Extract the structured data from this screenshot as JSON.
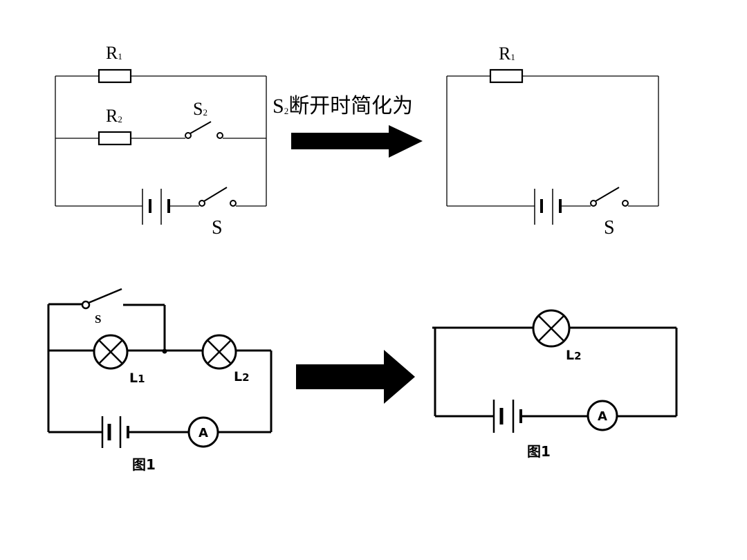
{
  "top_left_circuit": {
    "r1_label": {
      "main": "R",
      "sub": "1"
    },
    "r2_label": {
      "main": "R",
      "sub": "2"
    },
    "s2_label": {
      "main": "S",
      "sub": "2"
    },
    "s_label": "S"
  },
  "top_arrow_caption": {
    "main": "S",
    "sub": "2",
    "rest": "断开时简化为"
  },
  "top_right_circuit": {
    "r1_label": {
      "main": "R",
      "sub": "1"
    },
    "s_label": "S"
  },
  "bottom_left_circuit": {
    "s_label": "S",
    "l1_label": {
      "main": "L",
      "sub": "1"
    },
    "l2_label": {
      "main": "L",
      "sub": "2"
    },
    "ammeter_label": "A",
    "caption": "图1"
  },
  "bottom_right_circuit": {
    "l2_label": {
      "main": "L",
      "sub": "2"
    },
    "ammeter_label": "A",
    "caption": "图1"
  },
  "colors": {
    "line": "#000000",
    "background": "#ffffff"
  }
}
